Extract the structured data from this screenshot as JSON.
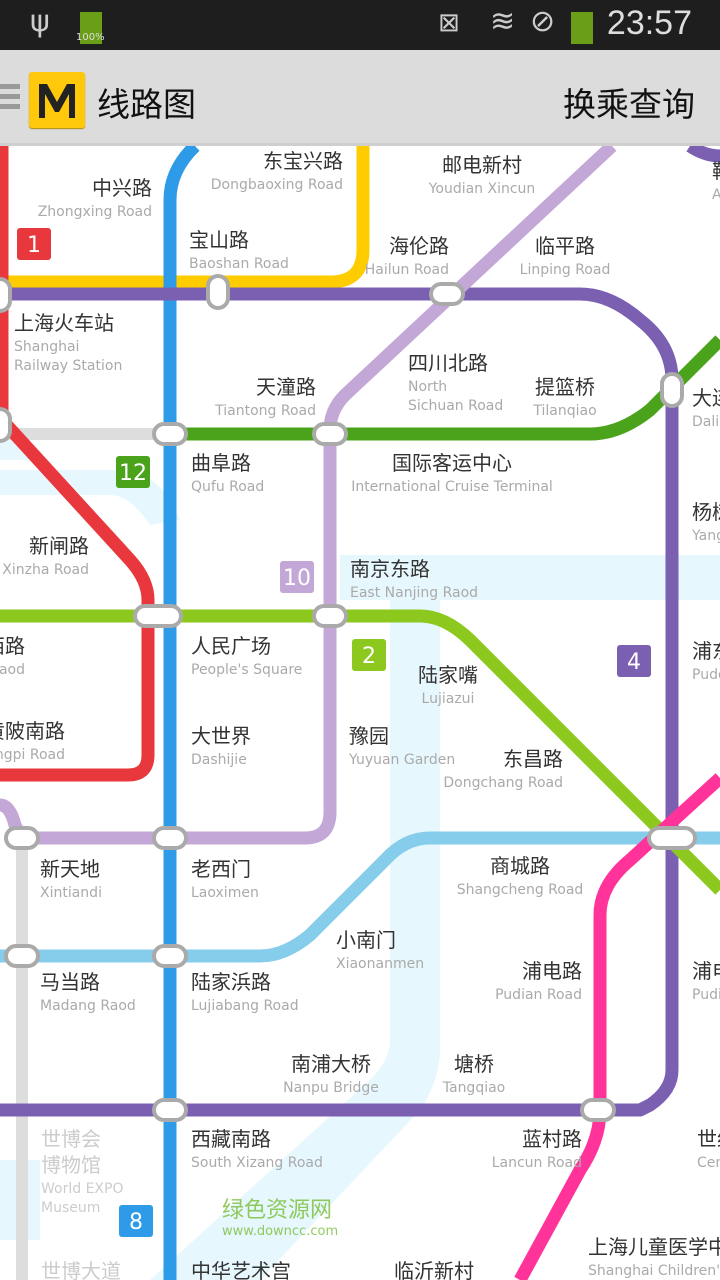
{
  "status_bar": {
    "battery_percent": "100%",
    "time": "23:57",
    "icons": [
      "usb-icon",
      "battery-icon",
      "nfc-muted-icon",
      "wifi-icon",
      "blocked-icon",
      "battery-icon"
    ]
  },
  "app_bar": {
    "title": "线路图",
    "transfer_button": "换乘查询",
    "icons": [
      "menu-icon",
      "metro-logo-icon"
    ]
  },
  "colors": {
    "line1": "#e8383d",
    "line2": "#8cc81e",
    "line3": "#ffcc00",
    "line4": "#7b5fb0",
    "line6": "#ff3399",
    "line8": "#2e9be8",
    "line9": "#86cceb",
    "line10": "#c3a7d6",
    "line12": "#4aa31a",
    "inactive": "#dddddd",
    "river": "#e6f7fd"
  },
  "line_badges": [
    "1",
    "12",
    "10",
    "2",
    "4",
    "8"
  ],
  "stations": [
    {
      "zh": "中兴路",
      "en": "Zhongxing Road"
    },
    {
      "zh": "东宝兴路",
      "en": "Dongbaoxing Road"
    },
    {
      "zh": "宝山路",
      "en": "Baoshan Road"
    },
    {
      "zh": "邮电新村",
      "en": "Youdian Xincun"
    },
    {
      "zh": "海伦路",
      "en": "Hailun Road"
    },
    {
      "zh": "临平路",
      "en": "Linping Road"
    },
    {
      "zh": "上海火车站",
      "en": "Shanghai",
      "en2": "Railway Station"
    },
    {
      "zh": "天潼路",
      "en": "Tiantong Road"
    },
    {
      "zh": "四川北路",
      "en": "North",
      "en2": "Sichuan Road"
    },
    {
      "zh": "提篮桥",
      "en": "Tilanqiao"
    },
    {
      "zh": "大连路",
      "en": "Dalian Road"
    },
    {
      "zh": "曲阜路",
      "en": "Qufu Road"
    },
    {
      "zh": "国际客运中心",
      "en": "International Cruise Terminal"
    },
    {
      "zh": "新闸路",
      "en": "Xinzha Road"
    },
    {
      "zh": "杨树浦路",
      "en": "Yangshupu Road"
    },
    {
      "zh": "南京东路",
      "en": "East Nanjing Raod"
    },
    {
      "zh": "南京西路",
      "en": "West Nanjing Raod"
    },
    {
      "zh": "人民广场",
      "en": "People's Square"
    },
    {
      "zh": "陆家嘴",
      "en": "Lujiazui"
    },
    {
      "zh": "浦东大道",
      "en": "Pudong Avenue"
    },
    {
      "zh": "黄陂南路",
      "en": "Huangpi Road"
    },
    {
      "zh": "大世界",
      "en": "Dashijie"
    },
    {
      "zh": "豫园",
      "en": "Yuyuan Garden"
    },
    {
      "zh": "东昌路",
      "en": "Dongchang Road"
    },
    {
      "zh": "新天地",
      "en": "Xintiandi"
    },
    {
      "zh": "老西门",
      "en": "Laoximen"
    },
    {
      "zh": "商城路",
      "en": "Shangcheng Road"
    },
    {
      "zh": "小南门",
      "en": "Xiaonanmen"
    },
    {
      "zh": "马当路",
      "en": "Madang Raod"
    },
    {
      "zh": "陆家浜路",
      "en": "Lujiabang Road"
    },
    {
      "zh": "浦电路",
      "en": "Pudian Road"
    },
    {
      "zh": "浦电路",
      "en": "Pudian Road"
    },
    {
      "zh": "南浦大桥",
      "en": "Nanpu Bridge"
    },
    {
      "zh": "塘桥",
      "en": "Tangqiao"
    },
    {
      "zh": "西藏南路",
      "en": "South Xizang Road"
    },
    {
      "zh": "蓝村路",
      "en": "Lancun Road"
    },
    {
      "zh": "世纪大道",
      "en": "Century Avenue"
    },
    {
      "zh": "世博会",
      "zh2": "博物馆",
      "en": "World EXPO",
      "en2": "Museum",
      "inactive": true
    },
    {
      "zh": "世博大道",
      "en": "",
      "inactive": true
    },
    {
      "zh": "中华艺术宫",
      "en": ""
    },
    {
      "zh": "临沂新村",
      "en": ""
    },
    {
      "zh": "上海儿童医学中心",
      "en": "Shanghai Children's"
    },
    {
      "zh": "鞍山新村",
      "en": "Anshan Xincun"
    }
  ],
  "watermark": {
    "name": "绿色资源网",
    "url": "www.downcc.com"
  }
}
